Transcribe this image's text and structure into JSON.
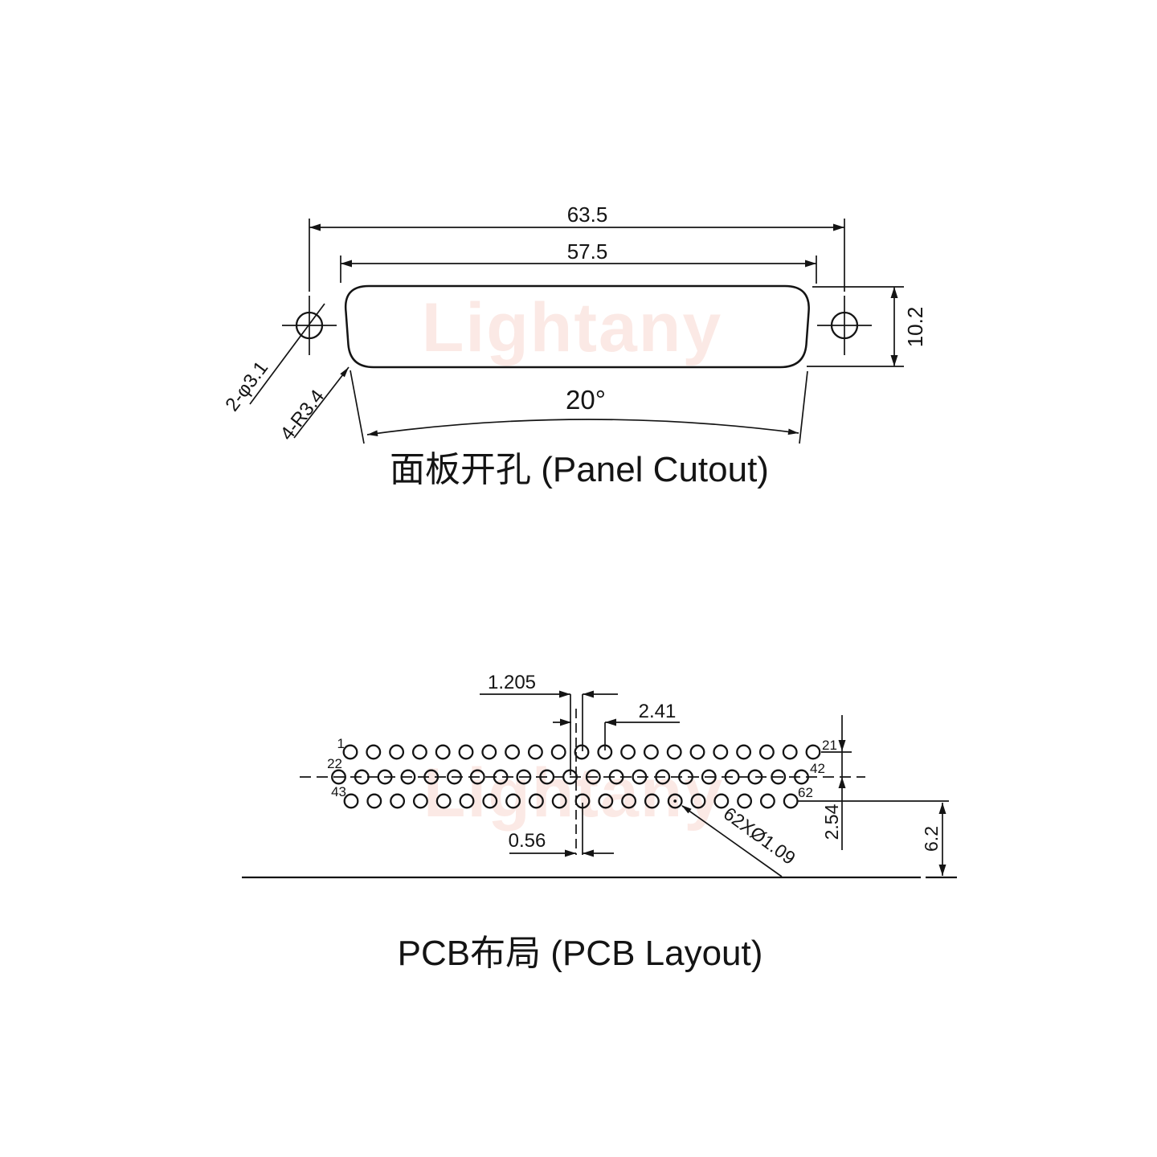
{
  "watermark": {
    "text": "Lightany",
    "color": "#fbe9e5"
  },
  "panel": {
    "title": "面板开孔 (Panel Cutout)",
    "dim_width_outer": "63.5",
    "dim_width_inner": "57.5",
    "dim_height": "10.2",
    "dim_angle": "20°",
    "label_mount_holes": "2-φ3.1",
    "label_corner_radius": "4-R3.4"
  },
  "pcb": {
    "title": "PCB布局 (PCB Layout)",
    "dim_half_pitch": "1.205",
    "dim_pitch": "2.41",
    "dim_center_offset": "0.56",
    "dim_row_spacing": "2.54",
    "dim_edge_distance": "6.2",
    "label_hole_spec": "62XØ1.09",
    "rows": [
      {
        "first_pin": "1",
        "last_pin": "21",
        "count": 21
      },
      {
        "first_pin": "22",
        "last_pin": "42",
        "count": 21
      },
      {
        "first_pin": "43",
        "last_pin": "62",
        "count": 20
      }
    ]
  }
}
